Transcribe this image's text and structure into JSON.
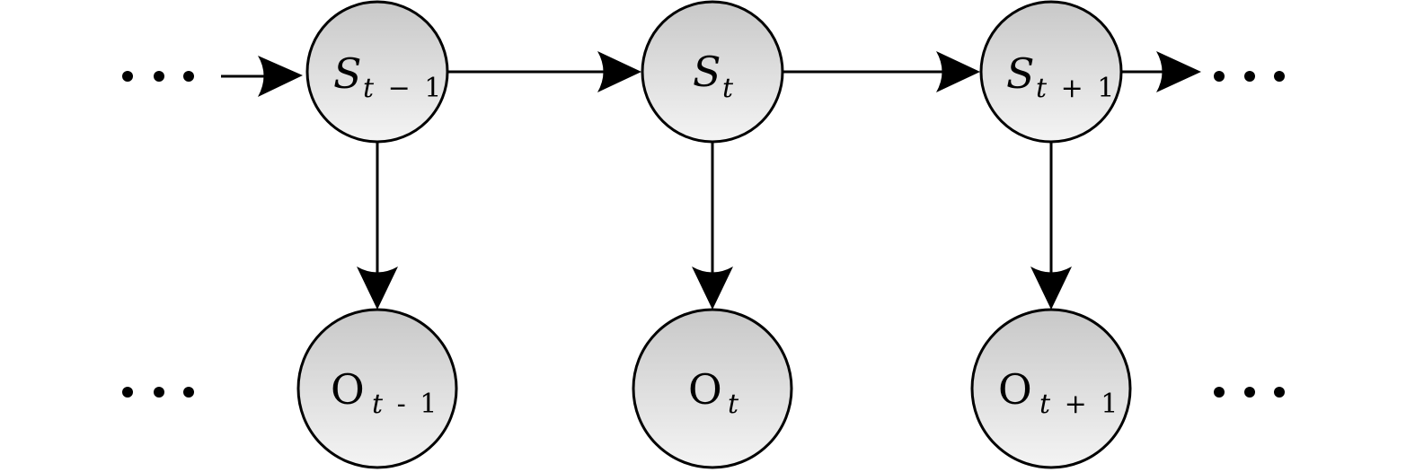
{
  "diagram": {
    "colors": {
      "stroke": "#000000",
      "node_fill_top": "#c8c8c8",
      "node_fill_bottom": "#f4f4f4",
      "background": "#ffffff"
    },
    "ellipsis": "...",
    "state_nodes": [
      {
        "id": "s-prev",
        "main": "S",
        "sub_var": "t",
        "sub_op": "−",
        "sub_num": "1"
      },
      {
        "id": "s-curr",
        "main": "S",
        "sub_var": "t",
        "sub_op": "",
        "sub_num": ""
      },
      {
        "id": "s-next",
        "main": "S",
        "sub_var": "t",
        "sub_op": "+",
        "sub_num": "1"
      }
    ],
    "observation_nodes": [
      {
        "id": "o-prev",
        "main": "O",
        "sub_var": "t",
        "sub_op": "-",
        "sub_num": "1"
      },
      {
        "id": "o-curr",
        "main": "O",
        "sub_var": "t",
        "sub_op": "",
        "sub_num": ""
      },
      {
        "id": "o-next",
        "main": "O",
        "sub_var": "t",
        "sub_op": "+",
        "sub_num": "1"
      }
    ],
    "edges": [
      {
        "from": "ellipsis-left",
        "to": "s-prev"
      },
      {
        "from": "s-prev",
        "to": "s-curr"
      },
      {
        "from": "s-curr",
        "to": "s-next"
      },
      {
        "from": "s-next",
        "to": "ellipsis-right"
      },
      {
        "from": "s-prev",
        "to": "o-prev"
      },
      {
        "from": "s-curr",
        "to": "o-curr"
      },
      {
        "from": "s-next",
        "to": "o-next"
      }
    ]
  }
}
